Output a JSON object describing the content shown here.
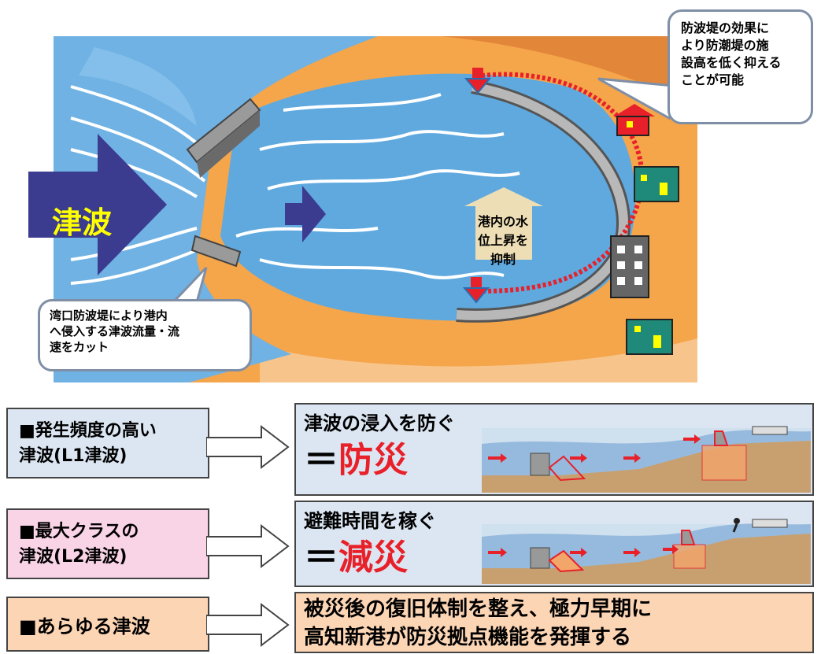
{
  "map": {
    "tsunami_label": "津波",
    "callout_top": [
      "防波堤の効果に",
      "より防潮堤の施",
      "設高を低く抑える",
      "ことが可能"
    ],
    "callout_bottom": [
      "湾口防波堤により港内",
      "へ侵入する津波流量・流",
      "速をカット"
    ],
    "water_rise": [
      "港内の水",
      "位上昇を",
      "抑制"
    ]
  },
  "rows": [
    {
      "left": [
        "■発生頻度の高い",
        "津波(L1津波)"
      ],
      "heading": "津波の浸入を防ぐ",
      "eq_prefix": "＝",
      "eq_word": "防災",
      "left_bg": "#dce6f2",
      "right_bg": "#dce6f2"
    },
    {
      "left": [
        "■最大クラスの",
        "津波(L2津波)"
      ],
      "heading": "避難時間を稼ぐ",
      "eq_prefix": "＝",
      "eq_word": "減災",
      "left_bg": "#f9d3e6",
      "right_bg": "#dce6f2"
    },
    {
      "left": [
        "■あらゆる津波"
      ],
      "lines": [
        "被災後の復旧体制を整え、極力早期に",
        "高知新港が防災拠点機能を発揮する"
      ],
      "left_bg": "#fcd5b5",
      "right_bg": "#fcd5b5"
    }
  ],
  "colors": {
    "sea": "#5fa9df",
    "land": "#f5a54a",
    "arrow": "#3b3b8f",
    "red": "#e8202a"
  }
}
